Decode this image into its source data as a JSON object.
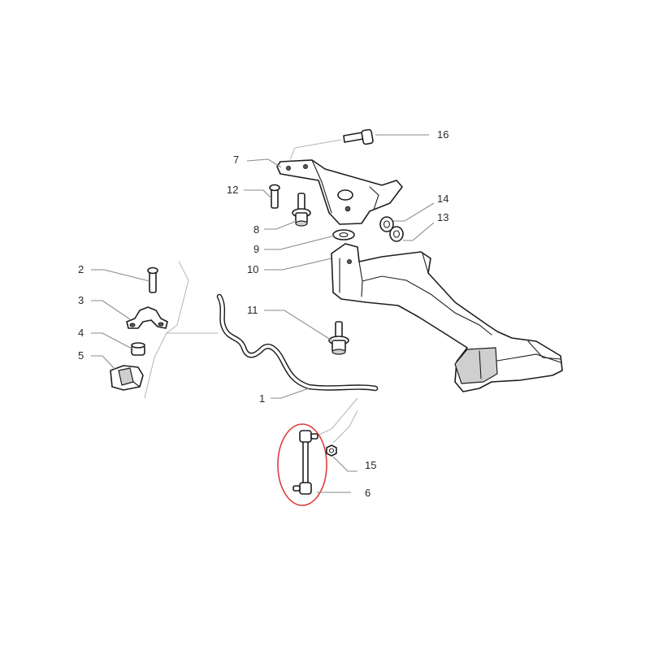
{
  "callouts": {
    "c1": "1",
    "c2": "2",
    "c3": "3",
    "c4": "4",
    "c5": "5",
    "c6": "6",
    "c7": "7",
    "c8": "8",
    "c9": "9",
    "c10": "10",
    "c11": "11",
    "c12": "12",
    "c13": "13",
    "c14": "14",
    "c15": "15",
    "c16": "16"
  },
  "highlight_color": "#e03c3c"
}
